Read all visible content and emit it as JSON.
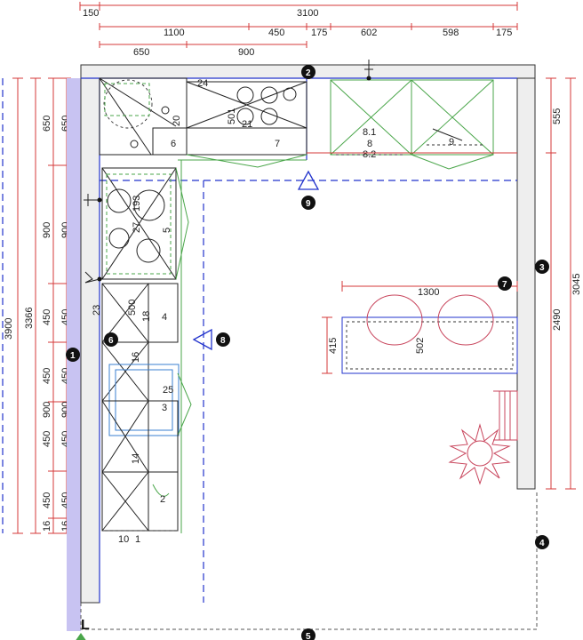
{
  "colors": {
    "dimension": "#d43a3a",
    "wall_fill": "#eeeeee",
    "wall_highlight": "#c8c3f2",
    "cabinet": "#222222",
    "hidden_green": "#4aa64a",
    "guide_blue": "#2233cc",
    "furniture_red": "#c8455c",
    "marker": "#111111"
  },
  "dims": {
    "top_row1": [
      "150",
      "3100"
    ],
    "top_row2": [
      "1100",
      "450",
      "175",
      "602",
      "598",
      "175"
    ],
    "top_row3": [
      "650",
      "900"
    ],
    "left_outer": "3900",
    "left_second": "3366",
    "left_third": [
      "650",
      "900",
      "450",
      "450",
      "900",
      "450",
      "450",
      "16"
    ],
    "left_fourth": [
      "650",
      "900",
      "450",
      "450",
      "900",
      "450",
      "450",
      "16"
    ],
    "right_inner": [
      "555",
      "2490"
    ],
    "right_outer": "3045",
    "table_width": "1300",
    "table_depth": "415"
  },
  "markers": [
    "1",
    "2",
    "3",
    "4",
    "5",
    "6",
    "7",
    "8",
    "9"
  ],
  "labels": {
    "l24": "24",
    "l20": "20",
    "l501": "501",
    "l21": "21",
    "l7": "7",
    "l6": "6",
    "l81": "8.1",
    "l8": "8",
    "l82": "8.2",
    "l9": "9",
    "l193": "193",
    "l27": "27",
    "l5": "5",
    "l23": "23",
    "l500": "500",
    "l18": "18",
    "l4": "4",
    "l16": "16",
    "l25": "25",
    "l3": "3",
    "l14": "14",
    "l2": "2",
    "l10": "10",
    "l1": "1",
    "l502": "502",
    "corner": "L"
  },
  "icons": [
    "lamp-icon",
    "switch-icon",
    "view-direction-icon",
    "plant-icon"
  ]
}
